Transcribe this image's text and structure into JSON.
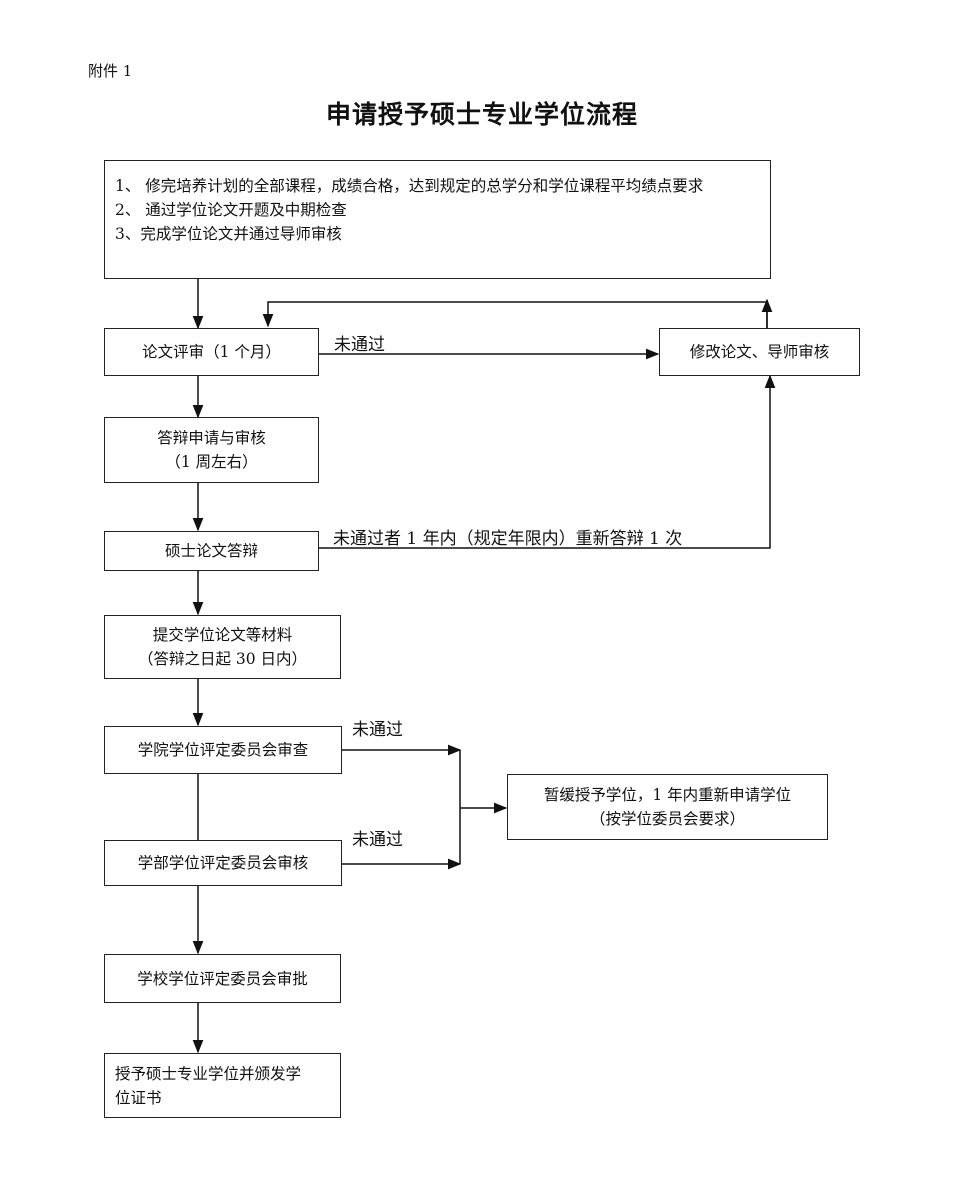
{
  "page": {
    "attachment": "附件 1",
    "title": "申请授予硕士专业学位流程"
  },
  "boxes": {
    "requirements": [
      "1、 修完培养计划的全部课程，成绩合格，达到规定的总学分和学位课程平均绩点要求",
      "2、 通过学位论文开题及中期检查",
      "3、完成学位论文并通过导师审核"
    ],
    "review": "论文评审（1 个月）",
    "revise": "修改论文、导师审核",
    "defense_apply": [
      "答辩申请与审核",
      "（1 周左右）"
    ],
    "defense": "硕士论文答辩",
    "submit": [
      "提交学位论文等材料",
      "（答辩之日起 30 日内）"
    ],
    "college_review": "学院学位评定委员会审查",
    "dept_review": "学部学位评定委员会审核",
    "school_approve": "学校学位评定委员会审批",
    "grant": [
      "授予硕士专业学位并颁发学",
      "位证书"
    ],
    "defer": [
      "暂缓授予学位，1 年内重新申请学位",
      "（按学位委员会要求）"
    ]
  },
  "labels": {
    "fail_review": "未通过",
    "fail_defense": "未通过者 1 年内（规定年限内）重新答辩 1 次",
    "fail_college": "未通过",
    "fail_dept": "未通过"
  }
}
